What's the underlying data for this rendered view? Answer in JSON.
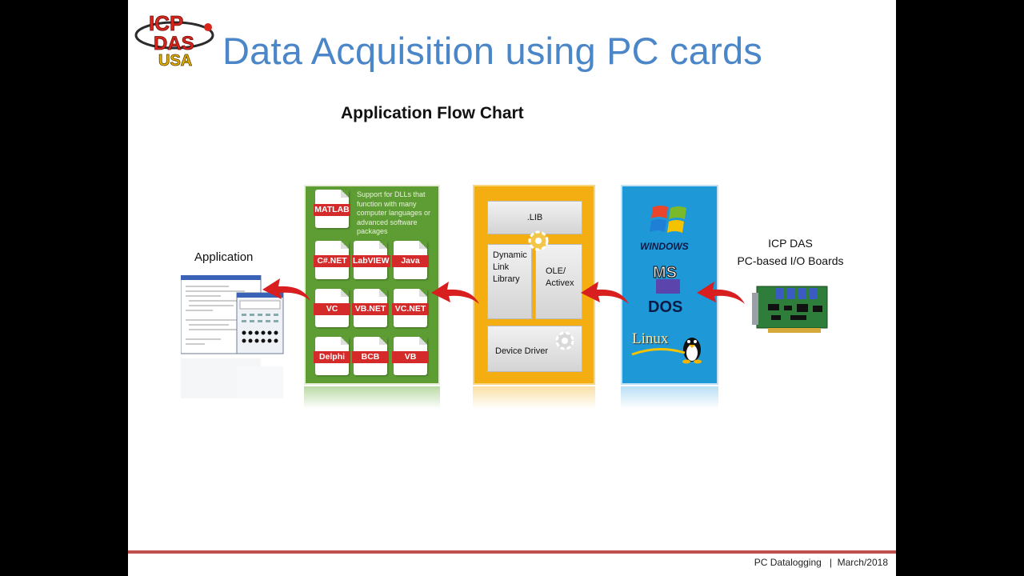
{
  "slide": {
    "title": "Data Acquisition using PC cards",
    "heading": "Application Flow Chart",
    "logo": {
      "line1": "ICP",
      "line2": "DAS",
      "line3": "USA"
    }
  },
  "application": {
    "label": "Application"
  },
  "languages": {
    "note": "Support for DLLs that function with many computer languages or advanced software packages",
    "items": [
      "MATLAB",
      "C#.NET",
      "LabVIEW",
      "Java",
      "VC",
      "VB.NET",
      "VC.NET",
      "Delphi",
      "BCB",
      "VB"
    ]
  },
  "libraries": {
    "lib": ".LIB",
    "dll": [
      "Dynamic",
      "Link",
      "Library"
    ],
    "ole": [
      "OLE/",
      "Activex"
    ],
    "driver": "Device Driver"
  },
  "os": {
    "windows": "WINDOWS",
    "ms": "MS",
    "dos": "DOS",
    "linux": "Linux"
  },
  "boards": {
    "line1": "ICP DAS",
    "line2": "PC-based I/O Boards"
  },
  "footer": {
    "left": "PC Datalogging",
    "separator": "|",
    "right": "March/2018"
  },
  "colors": {
    "title": "#4a86c8",
    "green": "#5e9c34",
    "orange": "#f4ae12",
    "blue": "#1f98d8",
    "tag": "#d42a2a",
    "arrow": "#d81e1e",
    "footer_line": "#c0504d"
  }
}
